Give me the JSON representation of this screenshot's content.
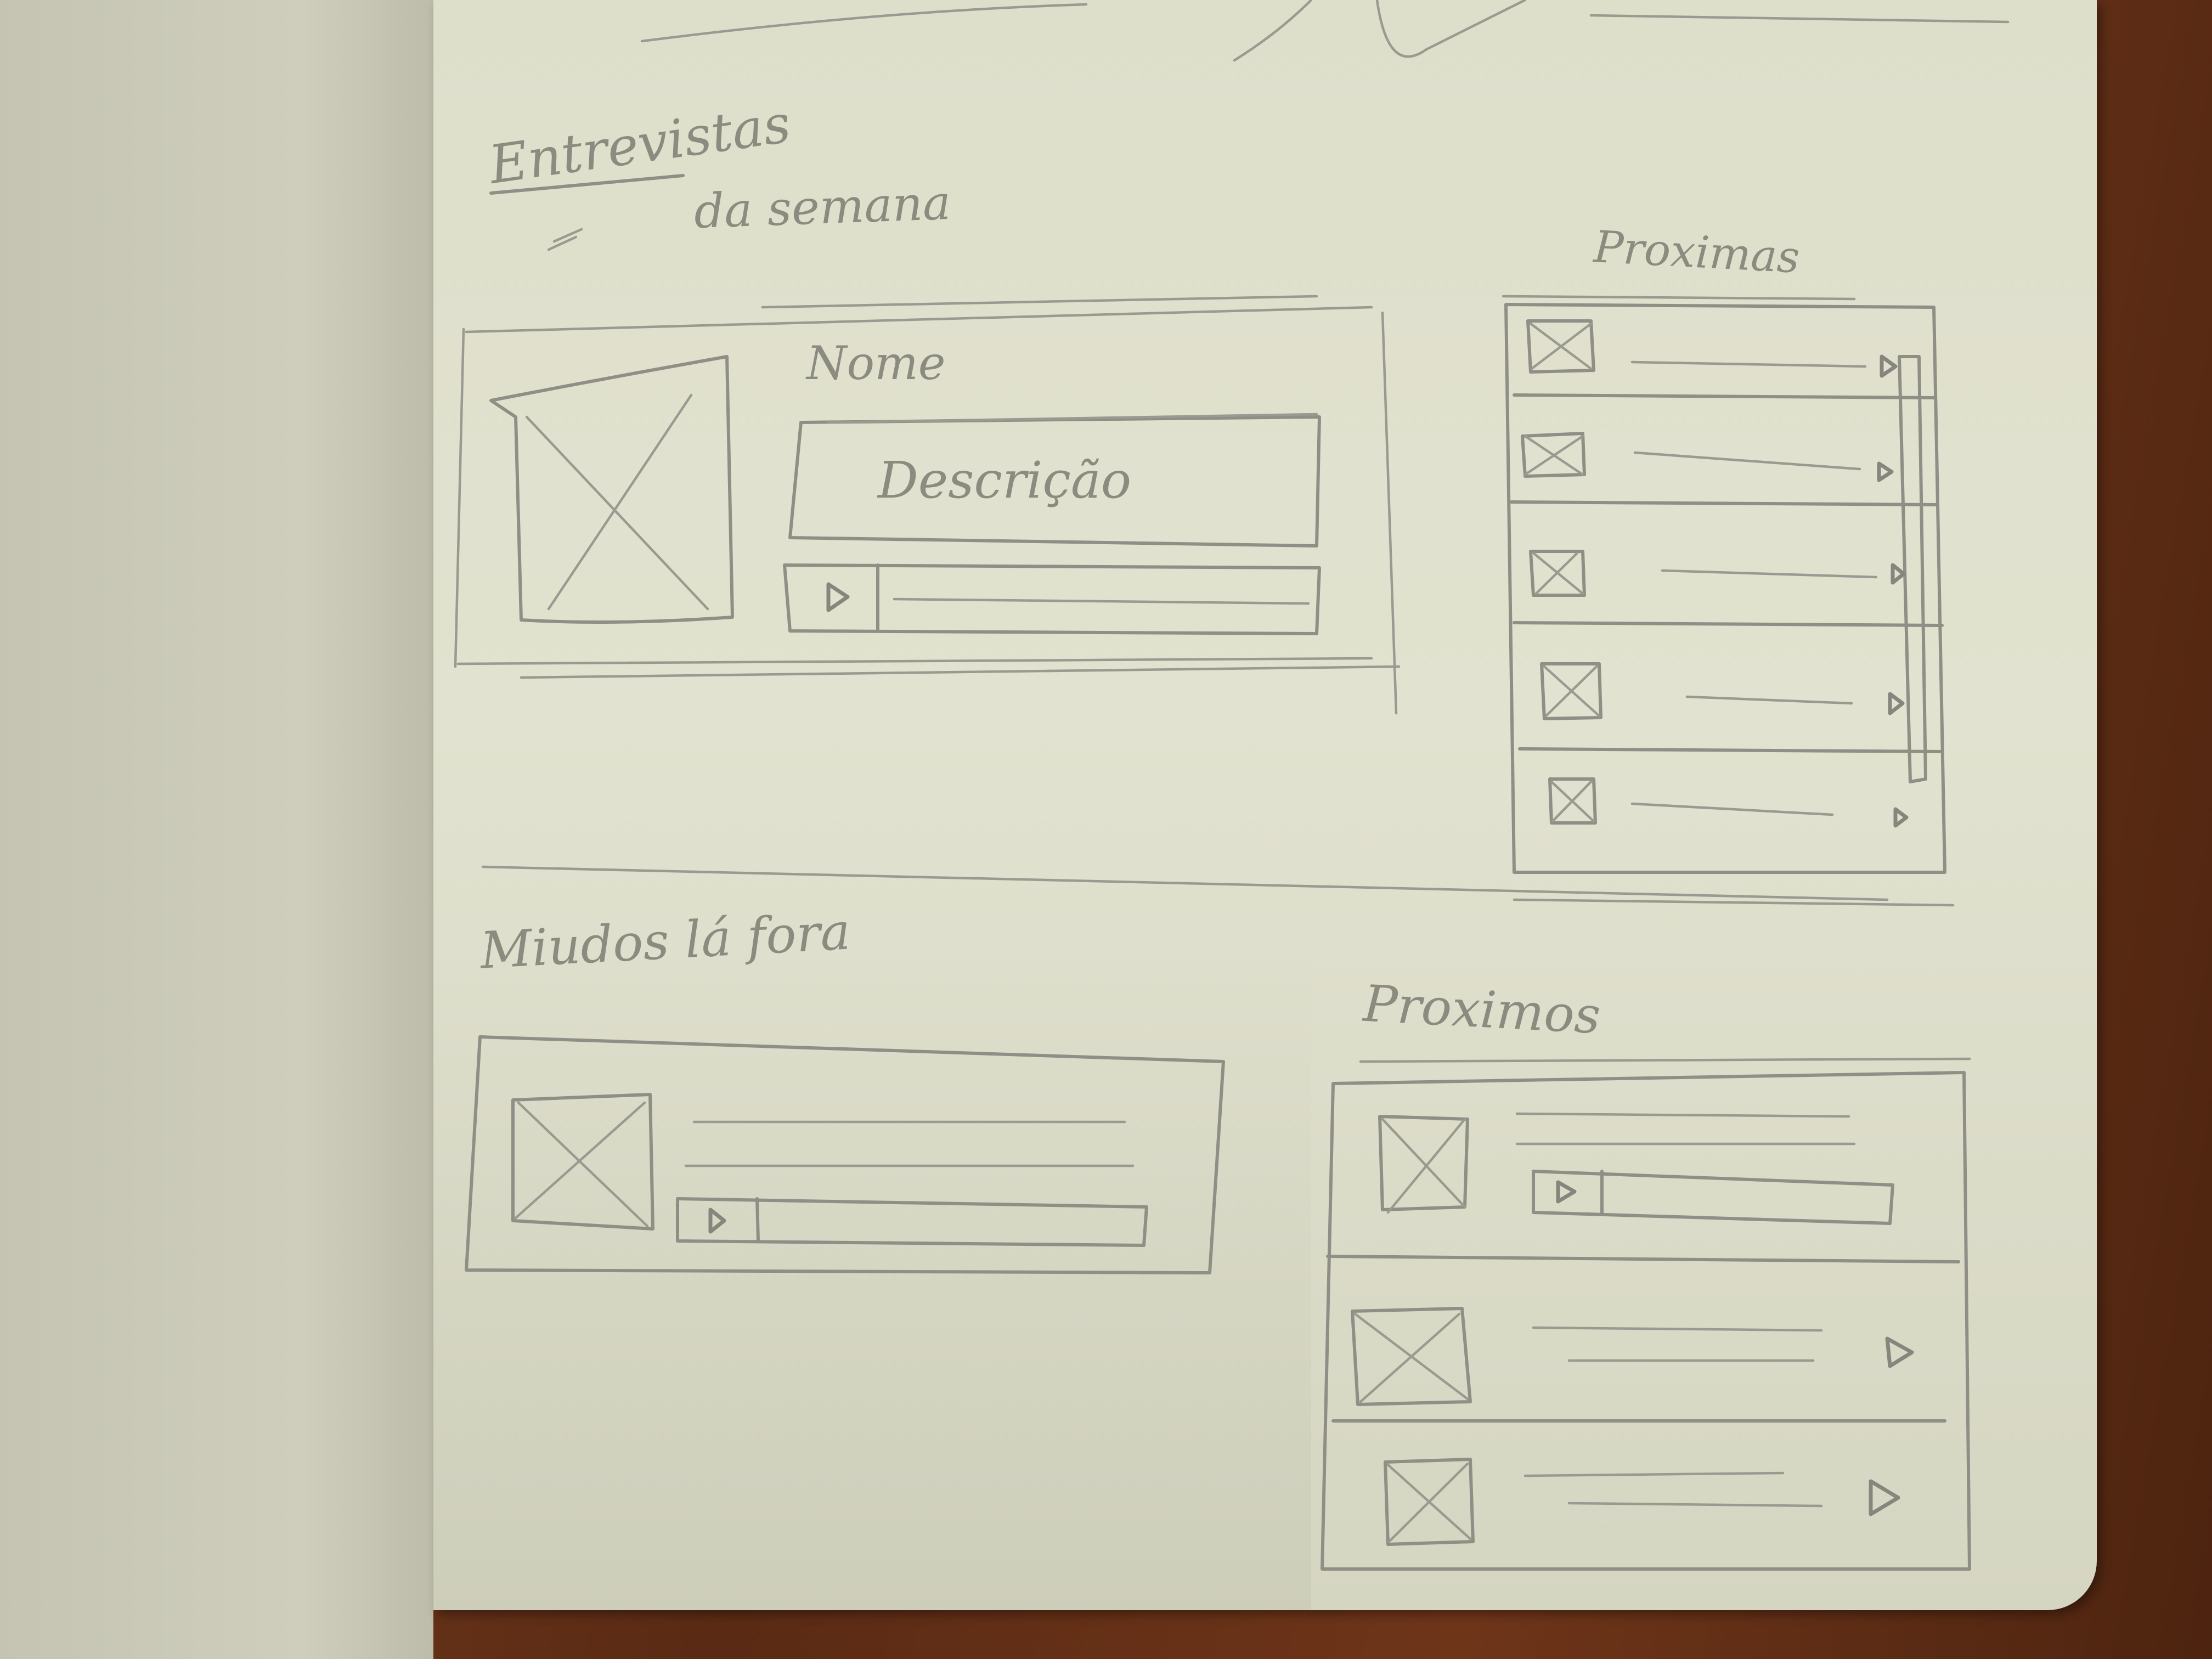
{
  "section1": {
    "title": "Entrevistas",
    "subtitle": "da semana",
    "featured": {
      "name_label": "Nome",
      "description_label": "Descrição"
    },
    "upcoming_title": "Proximas"
  },
  "section2": {
    "title": "Miudos lá fora",
    "upcoming_title": "Proximos"
  }
}
